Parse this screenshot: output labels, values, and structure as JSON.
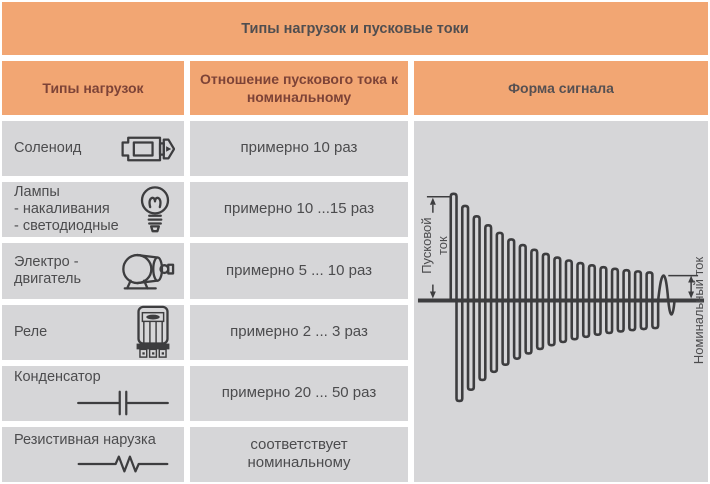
{
  "title": "Типы нагрузок и пусковые токи",
  "headers": {
    "loads": "Типы нагрузок",
    "ratio": "Отношение пускового тока к номинальному",
    "signal": "Форма сигнала"
  },
  "rows": [
    {
      "label_lines": [
        "Соленоид"
      ],
      "icon": "solenoid-icon",
      "value_lines": [
        "примерно 10 раз"
      ]
    },
    {
      "label_lines": [
        "Лампы",
        "- накаливания",
        "- светодиодные"
      ],
      "icon": "lamp-icon",
      "value_lines": [
        "примерно 10 ...15 раз"
      ]
    },
    {
      "label_lines": [
        "Электро -",
        "двигатель"
      ],
      "icon": "motor-icon",
      "value_lines": [
        "примерно 5 ... 10 раз"
      ]
    },
    {
      "label_lines": [
        "Реле"
      ],
      "icon": "relay-icon",
      "value_lines": [
        "примерно 2 ... 3 раз"
      ]
    },
    {
      "label_lines": [
        "Конденсатор"
      ],
      "icon": "capacitor-icon",
      "value_lines": [
        "примерно 20 ... 50 раз"
      ]
    },
    {
      "label_lines": [
        "Резистивная нарузка"
      ],
      "icon": "resistor-icon",
      "value_lines": [
        "соответствует",
        "номинальному"
      ]
    }
  ],
  "waveform": {
    "label_inrush_line1": "Пусковой",
    "label_inrush_line2": "ток",
    "label_nominal": "Номинальный ток"
  },
  "colors": {
    "header_bg": "#f2a673",
    "cell_bg": "#d6d6d8",
    "accent_text": "#7d4337",
    "body_text": "#4c4c4e",
    "stroke": "#3d3d3f"
  }
}
